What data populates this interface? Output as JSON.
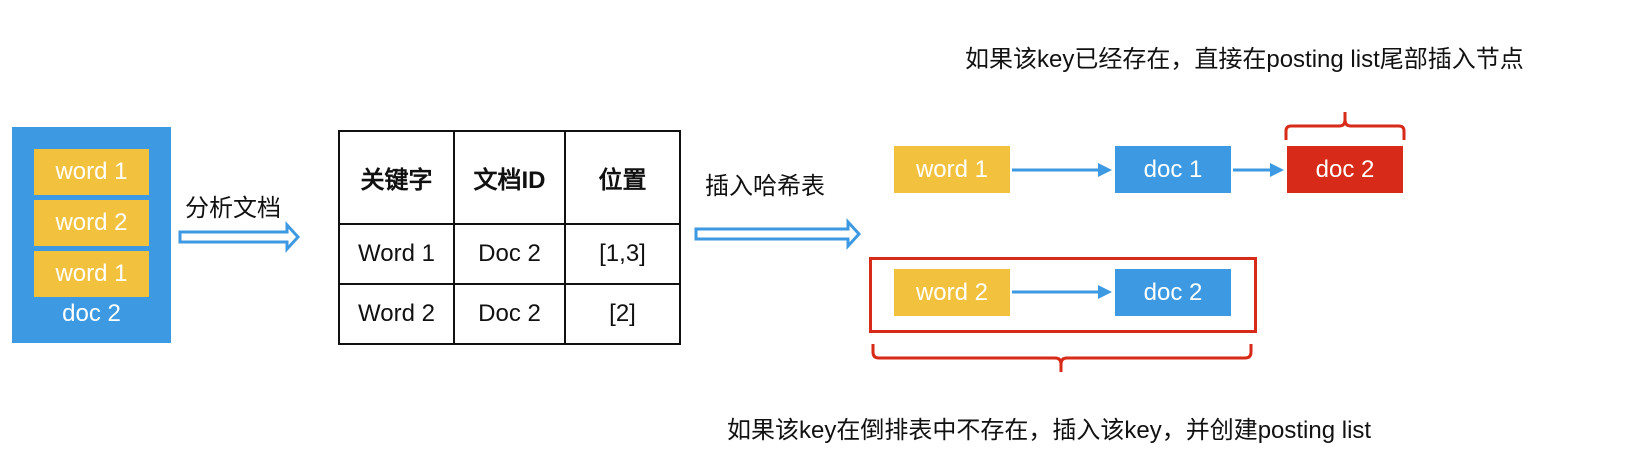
{
  "source_doc": {
    "words": [
      "word 1",
      "word 2",
      "word 1"
    ],
    "label": "doc 2"
  },
  "step1_label": "分析文档",
  "table": {
    "headers": [
      "关键字",
      "文档ID",
      "位置"
    ],
    "rows": [
      [
        "Word 1",
        "Doc 2",
        "[1,3]"
      ],
      [
        "Word 2",
        "Doc 2",
        "[2]"
      ]
    ]
  },
  "step2_label": "插入哈希表",
  "hash_existing": {
    "key": "word 1",
    "nodes": [
      "doc 1",
      "doc 2"
    ],
    "note": "如果该key已经存在，直接在posting list尾部插入节点"
  },
  "hash_new": {
    "key": "word 2",
    "nodes": [
      "doc 2"
    ],
    "note": "如果该key在倒排表中不存在，插入该key，并创建posting list"
  },
  "colors": {
    "word": "#f2c23e",
    "doc": "#3d9ae2",
    "highlight": "#d72a18",
    "arrow": "#3d9ae2"
  }
}
